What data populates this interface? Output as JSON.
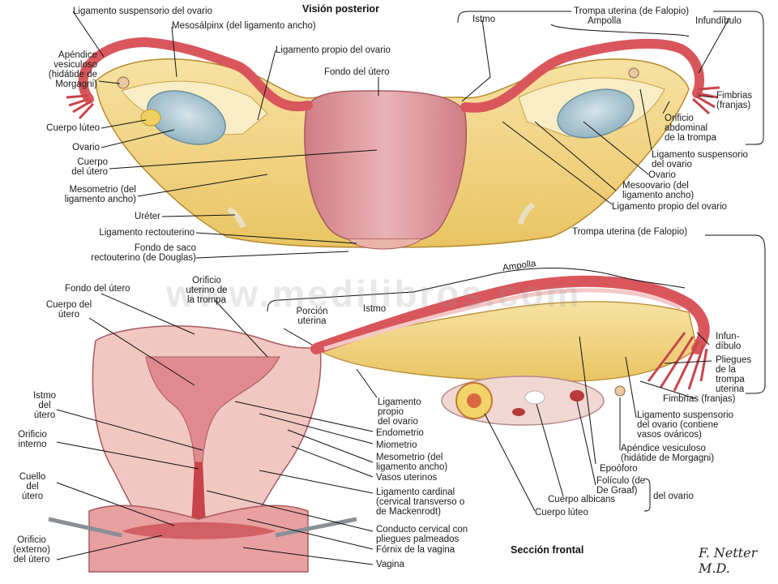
{
  "headings": {
    "top": "Visión posterior",
    "bottom": "Sección frontal"
  },
  "watermark": "www.medilibros.com",
  "signature": "F. Netter M.D.",
  "top_labels": {
    "lig_susp_ovario": "Ligamento suspensorio del ovario",
    "mesosalpinx": "Mesosálpinx (del ligamento ancho)",
    "apendice": [
      "Apéndice",
      "vesiculoso",
      "(hidátide de",
      "Morgagni)"
    ],
    "lig_propio": "Ligamento propio del ovario",
    "fondo_utero": "Fondo del útero",
    "cuerpo_luteo": "Cuerpo lúteo",
    "ovario": "Ovario",
    "cuerpo_utero": [
      "Cuerpo",
      "del útero"
    ],
    "mesometrio": [
      "Mesometrio (del",
      "ligamento ancho)"
    ],
    "ureter": "Uréter",
    "lig_rectouterino": "Ligamento rectouterino",
    "fondo_saco": [
      "Fondo de saco",
      "rectouterino (de Douglas)"
    ],
    "trompa": "Trompa uterina (de Falopio)",
    "istmo": "Istmo",
    "ampolla": "Ampolla",
    "infundibulo": "Infundíbulo",
    "fimbrias": [
      "Fimbrias",
      "(franjas)"
    ],
    "orificio_abd": [
      "Orificio",
      "abdominal",
      "de la trompa"
    ],
    "lig_susp_r": [
      "Ligamento suspensorio",
      "del ovario"
    ],
    "ovario_r": "Ovario",
    "mesoovario": [
      "Mesoovario (del",
      "ligamento ancho)"
    ],
    "lig_propio_r": "Ligamento propio del ovario"
  },
  "bottom_labels": {
    "trompa": "Trompa uterina (de Falopio)",
    "ampolla": "Ampolla",
    "fondo_utero": "Fondo del útero",
    "orificio_uterino": [
      "Orificio",
      "uterino de",
      "la trompa"
    ],
    "cuerpo_utero": [
      "Cuerpo del",
      "útero"
    ],
    "porcion_uterina": [
      "Porción",
      "uterina"
    ],
    "istmo": "Istmo",
    "infundibulo": [
      "Infun-",
      "díbulo"
    ],
    "pliegues": [
      "Pliegues",
      "de la",
      "trompa",
      "uterina"
    ],
    "fimbrias": "Fimbrias (franjas)",
    "istmo_utero": [
      "Istmo",
      "del",
      "útero"
    ],
    "orificio_interno": [
      "Orificio",
      "interno"
    ],
    "cuello": [
      "Cuello",
      "del",
      "útero"
    ],
    "orificio_externo": [
      "Orificio",
      "(externo)",
      "del útero"
    ],
    "lig_propio": [
      "Ligamento",
      "propio",
      "del ovario"
    ],
    "endometrio": "Endometrio",
    "miometrio": "Miometrio",
    "mesometrio": [
      "Mesometrio (del",
      "ligamento ancho)"
    ],
    "vasos": "Vasos uterinos",
    "lig_cardinal": [
      "Ligamento cardinal",
      "(cervical transverso o",
      "de Mackenrodt)"
    ],
    "conducto": [
      "Conducto cervical con",
      "pliegues palmeados"
    ],
    "fornix": "Fórnix de la vagina",
    "vagina": "Vagina",
    "lig_susp": [
      "Ligamento suspensorio",
      "del ovario (contiene",
      "vasos ováricos)"
    ],
    "apendice": [
      "Apéndice vesiculoso",
      "(hidátide de Morgagni)"
    ],
    "epooforo": "Epoóforo",
    "foliculo": [
      "Folículo (de",
      "De Graaf)"
    ],
    "del_ovario": "del ovario",
    "cuerpo_albicans": "Cuerpo albicans",
    "cuerpo_luteo": "Cuerpo lúteo"
  },
  "colors": {
    "ligament": "#f2d27a",
    "uterus": "#e3999e",
    "tube": "#d9575c",
    "ovary": "#a9c6d3",
    "lines": "#111111"
  }
}
